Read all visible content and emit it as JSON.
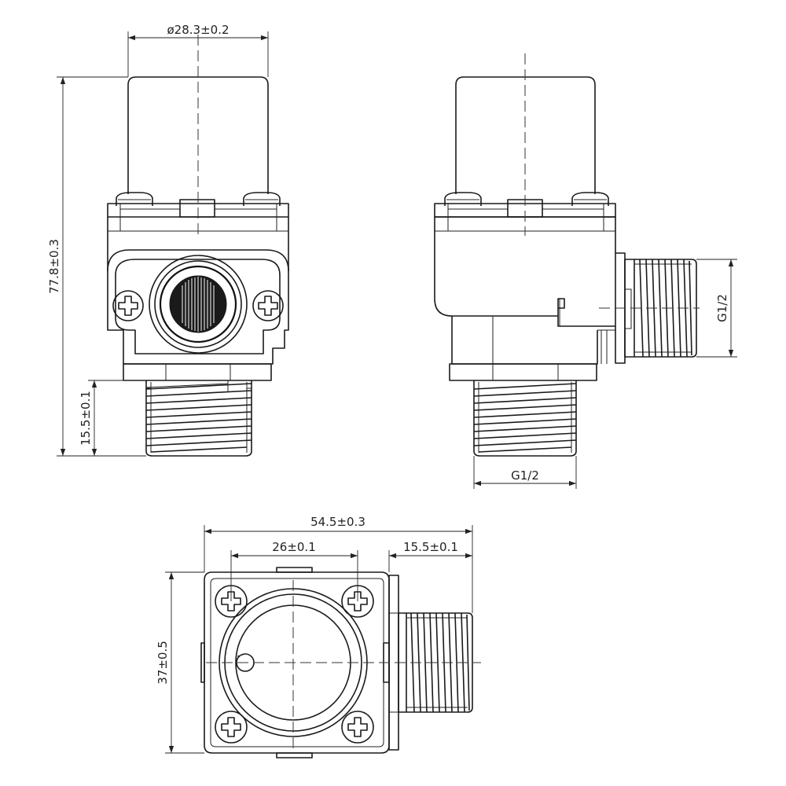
{
  "dimensions": {
    "top_diameter": "ø28.3±0.2",
    "total_height": "77.8±0.3",
    "thread_length": "15.5±0.1",
    "side_thread": "G1/2",
    "bottom_thread": "G1/2",
    "overall_width": "54.5±0.3",
    "hole_spacing": "26±0.1",
    "outlet_length": "15.5±0.1",
    "body_depth": "37±0.5"
  },
  "colors": {
    "line": "#1a1a1a",
    "background": "#ffffff"
  }
}
